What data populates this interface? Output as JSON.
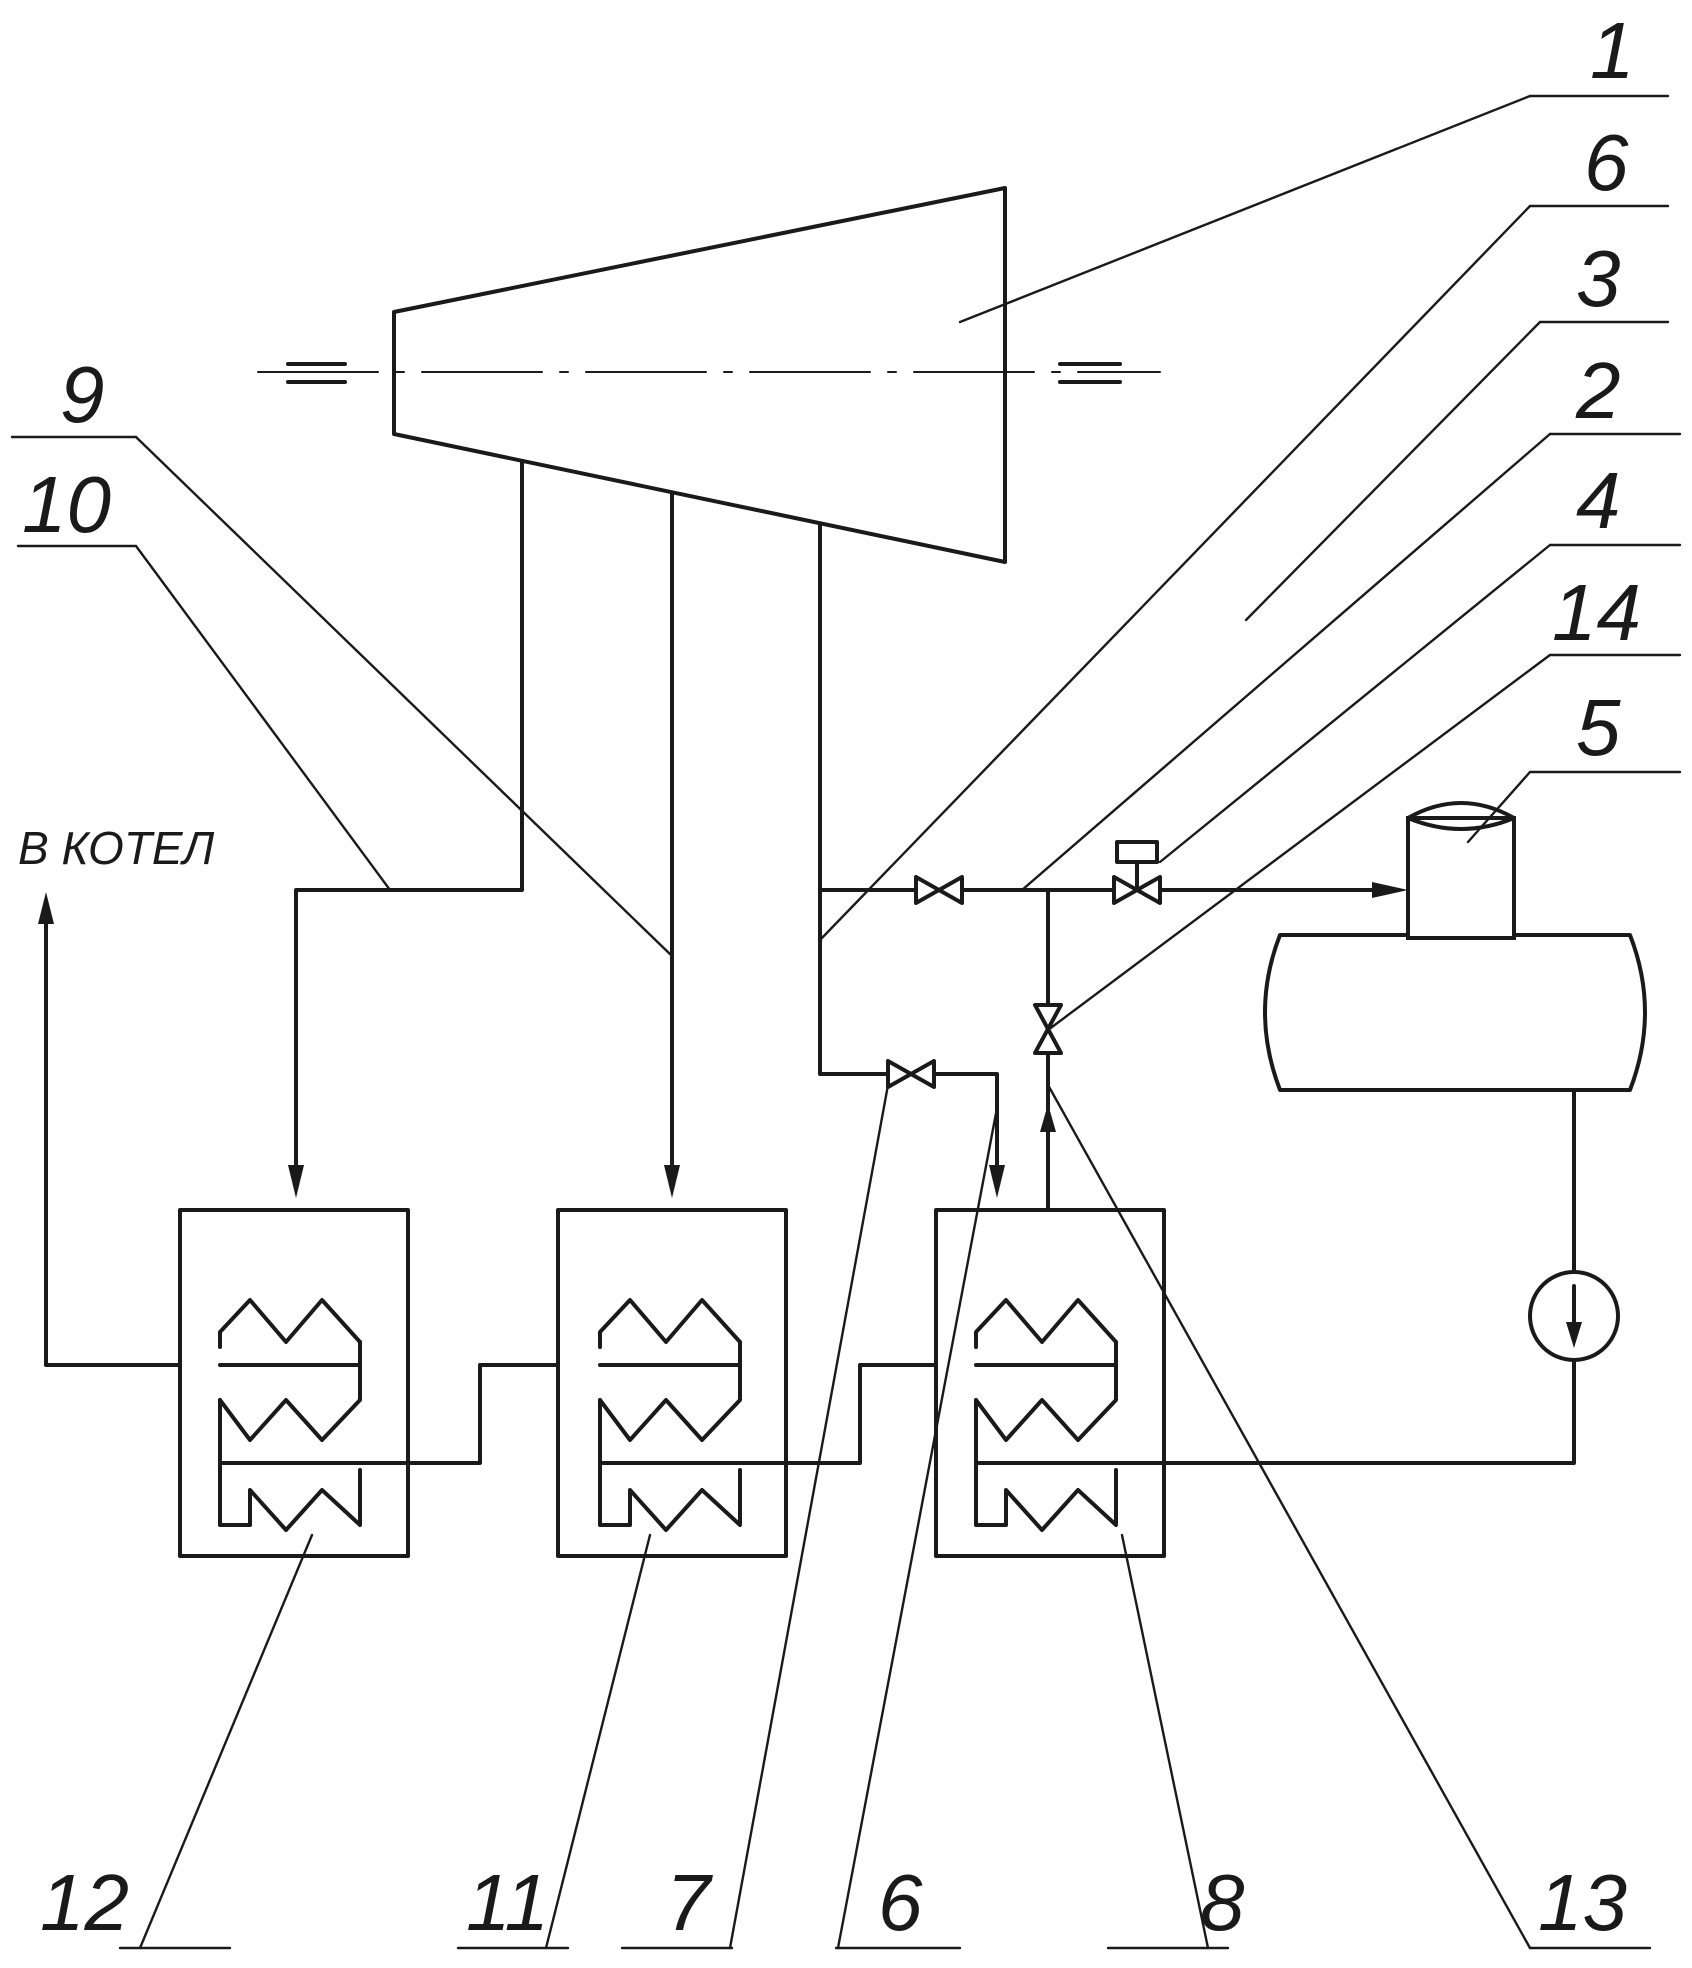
{
  "caption": "В КОТЕЛ",
  "labels": {
    "l1": "1",
    "l6a": "6",
    "l3": "3",
    "l2": "2",
    "l4": "4",
    "l14": "14",
    "l5": "5",
    "l9": "9",
    "l10": "10",
    "l12": "12",
    "l11": "11",
    "l7": "7",
    "l6b": "6",
    "l8": "8",
    "l13": "13"
  }
}
